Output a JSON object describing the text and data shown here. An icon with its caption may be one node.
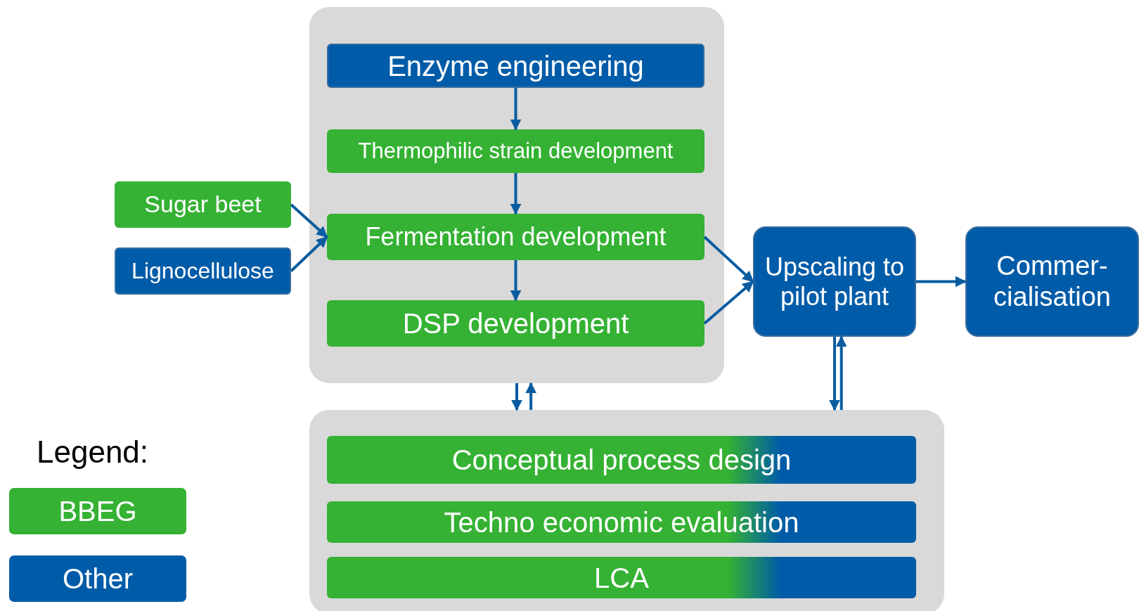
{
  "diagram": {
    "nodes": [
      {
        "text": [],
        "shape": "box"
      },
      {
        "text": [
          "Enzyme engineering"
        ],
        "in": 0
      },
      {
        "text": [
          "Thermophilic strain development"
        ],
        "in": 0
      },
      {
        "text": [
          "Fermentation development"
        ],
        "in": 0
      },
      {
        "text": [
          "DSP development"
        ],
        "in": 0
      },
      {
        "text": [
          "Sugar beet"
        ]
      },
      {
        "text": [
          "Lignocellulose"
        ]
      },
      {
        "text": [
          "Upscaling to pilot plant"
        ]
      },
      {
        "text": [
          "Commer- cialisation"
        ]
      },
      {
        "text": [],
        "shape": "box"
      },
      {
        "text": [
          "Conceptual process design"
        ],
        "in": 9
      },
      {
        "text": [
          "Techno economic evaluation"
        ],
        "in": 9
      },
      {
        "text": [
          "LCA"
        ],
        "in": 9
      }
    ],
    "edges": [
      {
        "from": 1,
        "to": 2,
        "arrow": "to"
      },
      {
        "from": 2,
        "to": 3,
        "arrow": "to"
      },
      {
        "from": 3,
        "to": 4,
        "arrow": "to"
      },
      {
        "from": 5,
        "to": 3,
        "arrow": "to"
      },
      {
        "from": 6,
        "to": 3,
        "arrow": "to"
      },
      {
        "from": 3,
        "to": 7,
        "arrow": "to"
      },
      {
        "from": 4,
        "to": 7,
        "arrow": "to"
      },
      {
        "from": 7,
        "to": 8,
        "arrow": "to"
      },
      {
        "from": 0,
        "to": 9,
        "arrow": "to"
      },
      {
        "from": 9,
        "to": 0,
        "arrow": "to"
      },
      {
        "from": 7,
        "to": 9,
        "arrow": "to"
      },
      {
        "from": 9,
        "to": 7,
        "arrow": "to"
      }
    ],
    "labels": [
      "Legend:"
    ],
    "legend": [
      {
        "text": "BBEG",
        "color": "#35b233"
      },
      {
        "text": "Other",
        "color": "#005ca8"
      }
    ]
  }
}
